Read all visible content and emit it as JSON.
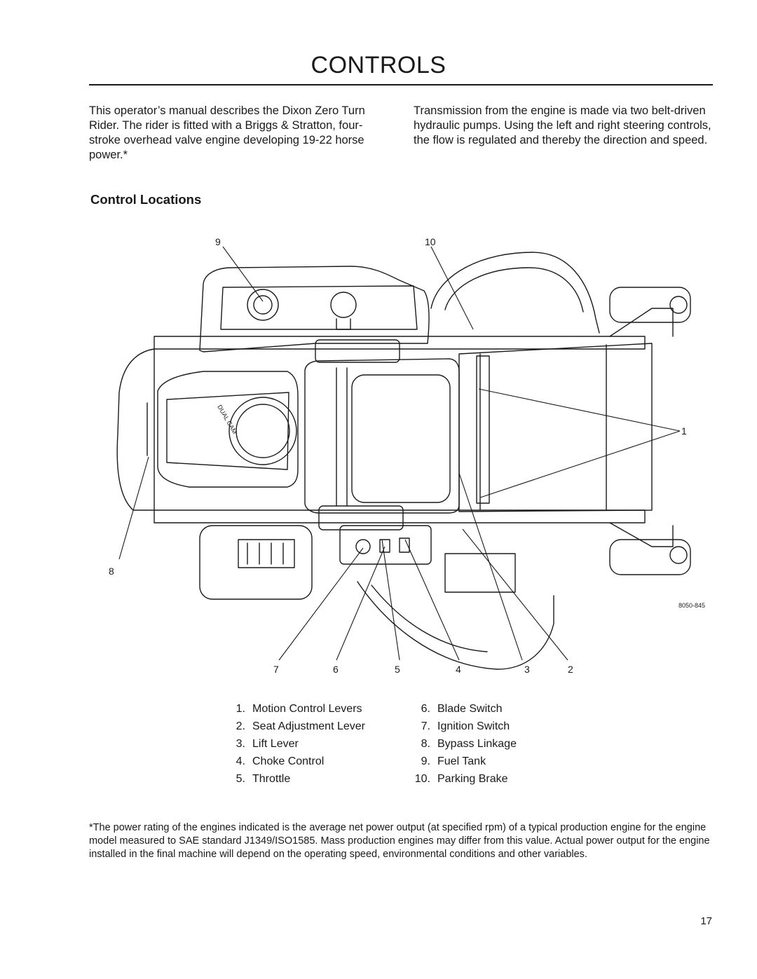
{
  "page": {
    "title": "CONTROLS",
    "intro_left": "This operator’s manual describes the Dixon Zero Turn Rider. The rider is fitted with a Briggs & Stratton, four-stroke overhead valve engine developing 19-22 horse power.*",
    "intro_right": "Transmission from the engine is made via two belt-driven hydraulic pumps. Using the left and right steering controls, the flow is regulated and thereby the direction and speed.",
    "section_title": "Control Locations",
    "figure": {
      "callouts": [
        "9",
        "10",
        "1",
        "8",
        "7",
        "6",
        "5",
        "4",
        "3",
        "2"
      ],
      "figure_id": "8050-845",
      "engine_text": "DUAL CAM"
    },
    "legend_left": [
      {
        "num": "1.",
        "label": "Motion Control Levers"
      },
      {
        "num": "2.",
        "label": "Seat Adjustment Lever"
      },
      {
        "num": "3.",
        "label": "Lift Lever"
      },
      {
        "num": "4.",
        "label": "Choke Control"
      },
      {
        "num": "5.",
        "label": "Throttle"
      }
    ],
    "legend_right": [
      {
        "num": "6.",
        "label": "Blade Switch"
      },
      {
        "num": "7.",
        "label": "Ignition Switch"
      },
      {
        "num": "8.",
        "label": "Bypass Linkage"
      },
      {
        "num": "9.",
        "label": "Fuel Tank"
      },
      {
        "num": "10.",
        "label": "Parking Brake"
      }
    ],
    "footnote": "*The power rating of the engines indicated is the average net power output (at specified rpm) of a typical production engine for the engine model measured to SAE standard J1349/ISO1585. Mass production engines may differ from this value. Actual power output for the engine installed in the final machine will depend on the operating speed, environmental conditions and other variables.",
    "page_number": "17"
  }
}
